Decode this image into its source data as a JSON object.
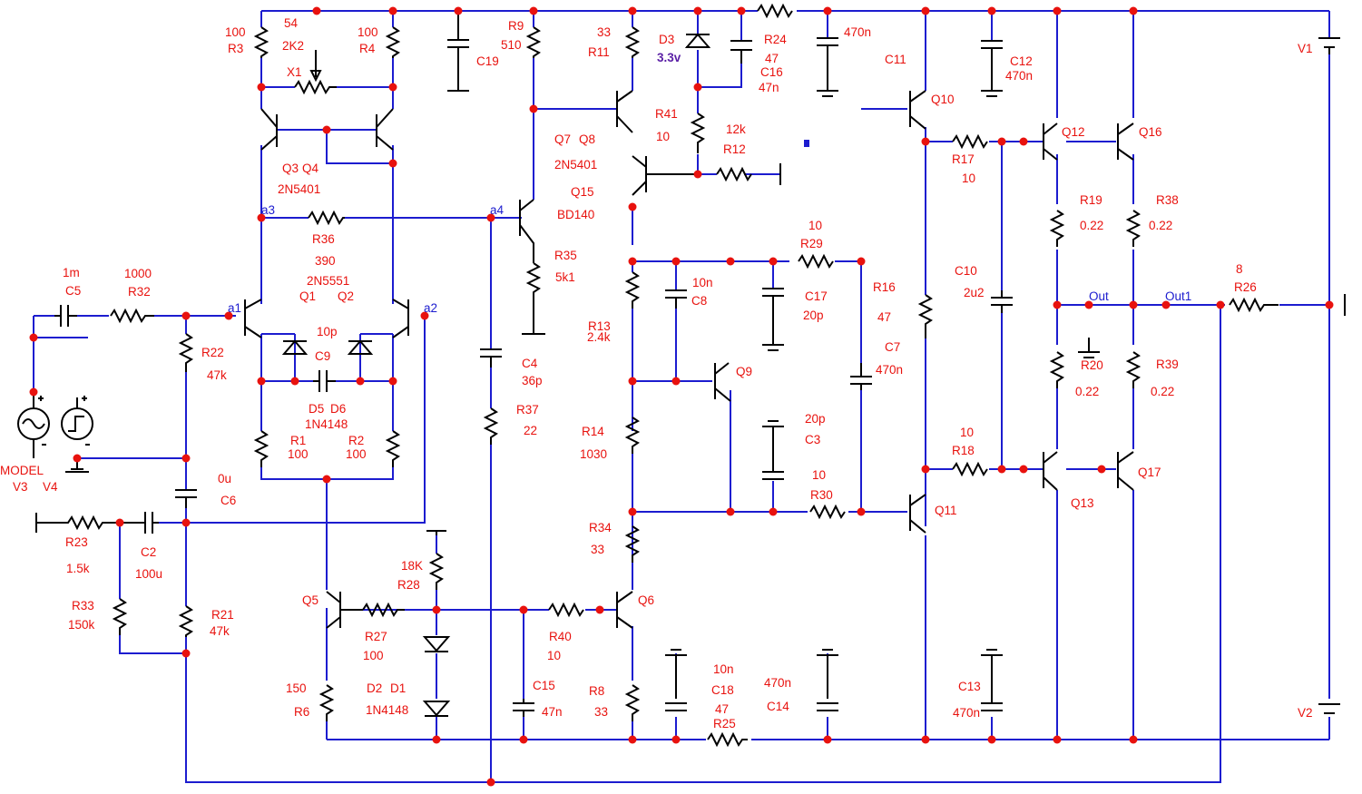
{
  "labels": {
    "r3_val": "100",
    "r3": "R3",
    "x1_pos": "54",
    "x1_val": "2K2",
    "x1": "X1",
    "r4_val": "100",
    "r4": "R4",
    "c19": "C19",
    "r9": "R9",
    "r9_val": "510",
    "r11_val": "33",
    "r11": "R11",
    "d3": "D3",
    "d3_val": "3.3v",
    "r24": "R24",
    "r24_val": "47",
    "c16": "C16",
    "c16_val": "47n",
    "c_470n_top": "470n",
    "c11": "C11",
    "c12": "C12",
    "c12_val": "470n",
    "v1": "V1",
    "r41": "R41",
    "r41_val": "10",
    "r12_val": "12k",
    "r12": "R12",
    "q7": "Q7",
    "q8": "Q8",
    "q78_type": "2N5401",
    "q15": "Q15",
    "q15_type": "BD140",
    "q3": "Q3",
    "q4": "Q4",
    "q34_type": "2N5401",
    "q10": "Q10",
    "r17": "R17",
    "r17_val": "10",
    "q12": "Q12",
    "q16": "Q16",
    "r19": "R19",
    "r19_val": "0.22",
    "r38": "R38",
    "r38_val": "0.22",
    "r36": "R36",
    "r36_val": "390",
    "q12_type": "2N5551",
    "q1": "Q1",
    "q2": "Q2",
    "r35": "R35",
    "r35_val": "5k1",
    "r29_val": "10",
    "r29": "R29",
    "c8_val": "10n",
    "c8": "C8",
    "c17": "C17",
    "c17_val": "20p",
    "r16": "R16",
    "r16_val": "47",
    "c7": "C7",
    "c7_val": "470n",
    "c10": "C10",
    "c10_val": "2u2",
    "r26_val": "8",
    "r26": "R26",
    "out": "Out",
    "out1": "Out1",
    "c5_val": "1m",
    "c5": "C5",
    "r32_val": "1000",
    "r32": "R32",
    "r22": "R22",
    "r22_val": "47k",
    "c9_val": "10p",
    "c9": "C9",
    "c4": "C4",
    "c4_val": "36p",
    "r13": "R13",
    "r13_val": "2.4k",
    "q9": "Q9",
    "r20": "R20",
    "r20_val": "0.22",
    "r39": "R39",
    "r39_val": "0.22",
    "d5": "D5",
    "d6": "D6",
    "d56_type": "1N4148",
    "r1": "R1",
    "r1_val": "100",
    "r2": "R2",
    "r2_val": "100",
    "r37": "R37",
    "r37_val": "22",
    "r14": "R14",
    "r14_val": "1030",
    "c3_val": "20p",
    "c3": "C3",
    "r30_val": "10",
    "r30": "R30",
    "r18_val": "10",
    "r18": "R18",
    "q17": "Q17",
    "q13": "Q13",
    "q11": "Q11",
    "model": "MODEL",
    "v3": "V3",
    "v4": "V4",
    "c6_val": "0u",
    "c6": "C6",
    "r23": "R23",
    "r23_val": "1.5k",
    "c2": "C2",
    "c2_val": "100u",
    "r34": "R34",
    "r34_val": "33",
    "r28_val": "18K",
    "r28": "R28",
    "q5": "Q5",
    "q6": "Q6",
    "r33": "R33",
    "r33_val": "150k",
    "r21": "R21",
    "r21_val": "47k",
    "r27": "R27",
    "r27_val": "100",
    "r40": "R40",
    "r40_val": "10",
    "r6_val": "150",
    "r6": "R6",
    "d2": "D2",
    "d1": "D1",
    "d12_type": "1N4148",
    "c15": "C15",
    "c15_val": "47n",
    "r8": "R8",
    "r8_val": "33",
    "c18_val": "10n",
    "c18": "C18",
    "r25_val": "47",
    "r25": "R25",
    "c14_val": "470n",
    "c14": "C14",
    "c13": "C13",
    "c13_val": "470n",
    "v2": "V2",
    "a1": "a1",
    "a2": "a2",
    "a3": "a3",
    "a4": "a4"
  }
}
